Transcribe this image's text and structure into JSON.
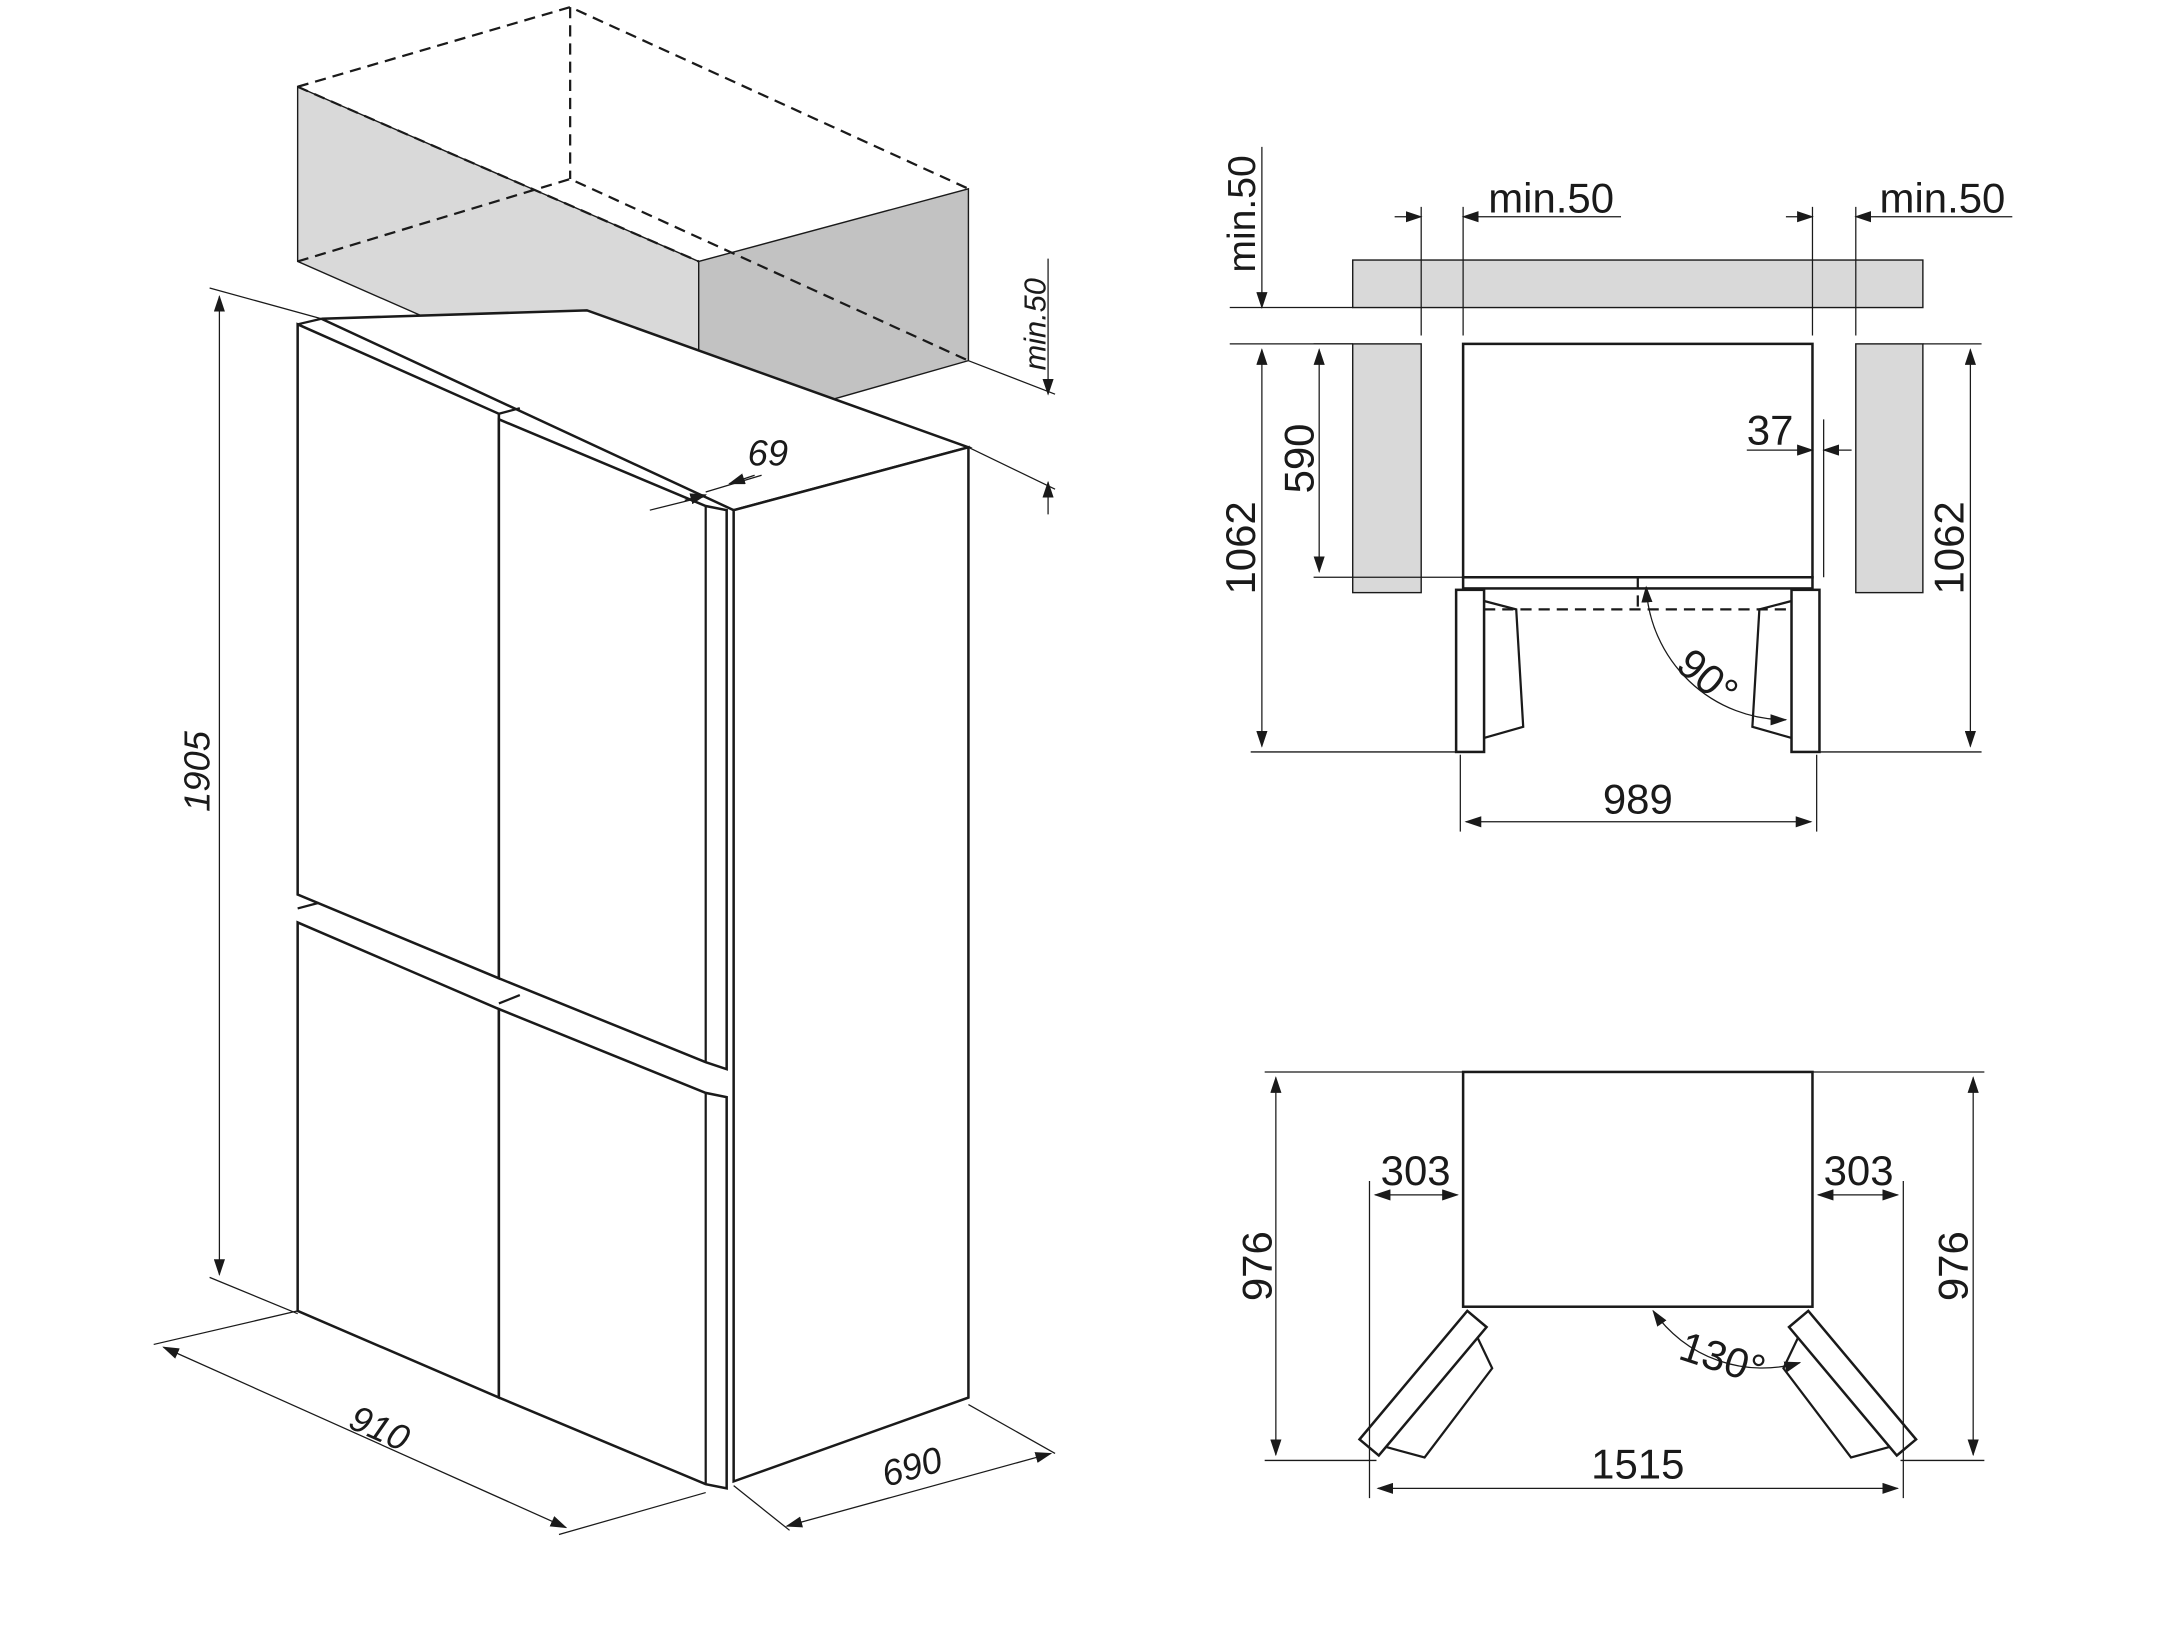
{
  "perspective_view": {
    "height": "1905",
    "width": "910",
    "depth": "690",
    "door_offset": "69",
    "top_clearance": "min.50"
  },
  "top_view_90": {
    "top_clearance": "min.50",
    "left_clearance": "min.50",
    "right_clearance": "min.50",
    "depth_left": "1062",
    "depth_right": "1062",
    "body_depth": "590",
    "side_offset": "37",
    "door_angle": "90°",
    "total_width": "989"
  },
  "top_view_130": {
    "depth_left": "976",
    "depth_right": "976",
    "left_door_offset": "303",
    "right_door_offset": "303",
    "door_angle": "130°",
    "total_width": "1515"
  }
}
